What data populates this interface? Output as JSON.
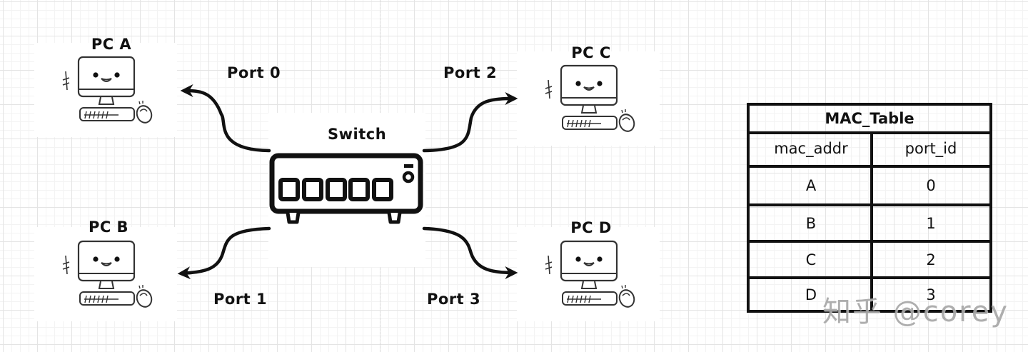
{
  "diagram": {
    "title": "Switch MAC learning",
    "switch": {
      "label": "Switch",
      "port_count": 5,
      "icon": "network-switch-icon"
    },
    "pcs": [
      {
        "id": "A",
        "label": "PC A",
        "icon": "computer-icon"
      },
      {
        "id": "B",
        "label": "PC B",
        "icon": "computer-icon"
      },
      {
        "id": "C",
        "label": "PC C",
        "icon": "computer-icon"
      },
      {
        "id": "D",
        "label": "PC D",
        "icon": "computer-icon"
      }
    ],
    "links": [
      {
        "port": "Port 0",
        "to": "PC A"
      },
      {
        "port": "Port 1",
        "to": "PC B"
      },
      {
        "port": "Port 2",
        "to": "PC C"
      },
      {
        "port": "Port 3",
        "to": "PC D"
      }
    ]
  },
  "mac_table": {
    "title": "MAC_Table",
    "headers": [
      "mac_addr",
      "port_id"
    ],
    "rows": [
      [
        "A",
        "0"
      ],
      [
        "B",
        "1"
      ],
      [
        "C",
        "2"
      ],
      [
        "D",
        "3"
      ]
    ]
  },
  "watermark": "知乎 @corey",
  "colors": {
    "ink": "#111111",
    "grid": "#e4e4e4",
    "background": "#ffffff"
  }
}
